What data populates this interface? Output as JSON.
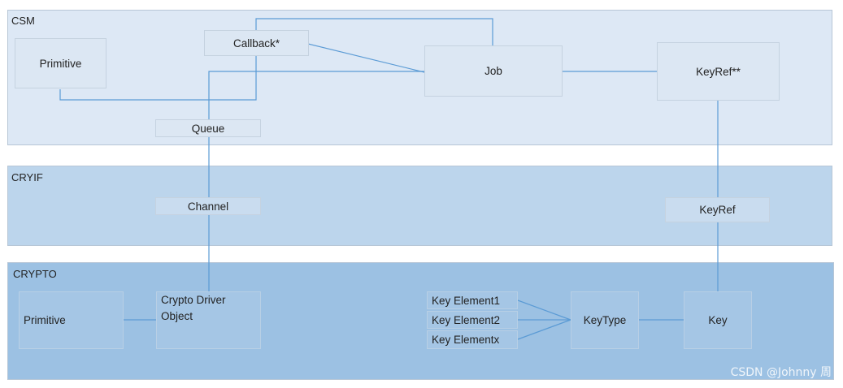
{
  "layers": {
    "csm": "CSM",
    "cryif": "CRYIF",
    "crypto": "CRYPTO"
  },
  "csm": {
    "primitive": "Primitive",
    "callback": "Callback*",
    "job": "Job",
    "keyref": "KeyRef**",
    "queue": "Queue"
  },
  "cryif": {
    "channel": "Channel",
    "keyref": "KeyRef"
  },
  "crypto": {
    "primitive": "Primitive",
    "driver_object_line1": "Crypto Driver",
    "driver_object_line2": "Object",
    "key_element1": "Key Element1",
    "key_element2": "Key Element2",
    "key_elementx": "Key Elementx",
    "keytype": "KeyType",
    "key": "Key"
  },
  "watermark": "CSDN @Johnny 周",
  "colors": {
    "csm_bg": "#dde8f5",
    "cryif_bg": "#bcd5ec",
    "crypto_bg": "#9cc1e3",
    "connector": "#5b9bd5"
  }
}
